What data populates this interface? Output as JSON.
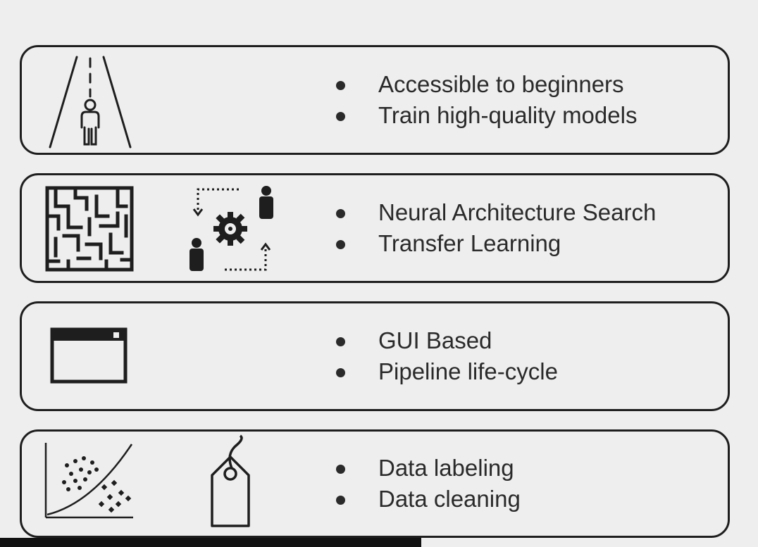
{
  "cards": [
    {
      "icons": [
        "road-person-icon"
      ],
      "bullets": [
        "Accessible to beginners",
        "Train high-quality models"
      ]
    },
    {
      "icons": [
        "maze-icon",
        "gear-workflow-icon"
      ],
      "bullets": [
        "Neural Architecture Search",
        "Transfer Learning"
      ]
    },
    {
      "icons": [
        "browser-window-icon"
      ],
      "bullets": [
        "GUI Based",
        "Pipeline life-cycle"
      ]
    },
    {
      "icons": [
        "scatter-plot-icon",
        "tag-label-icon"
      ],
      "bullets": [
        "Data labeling",
        "Data cleaning"
      ]
    }
  ],
  "colors": {
    "background": "#eeeeee",
    "border": "#1e1e1e",
    "text": "#2a2a2a",
    "caption_bar": "#111111"
  }
}
